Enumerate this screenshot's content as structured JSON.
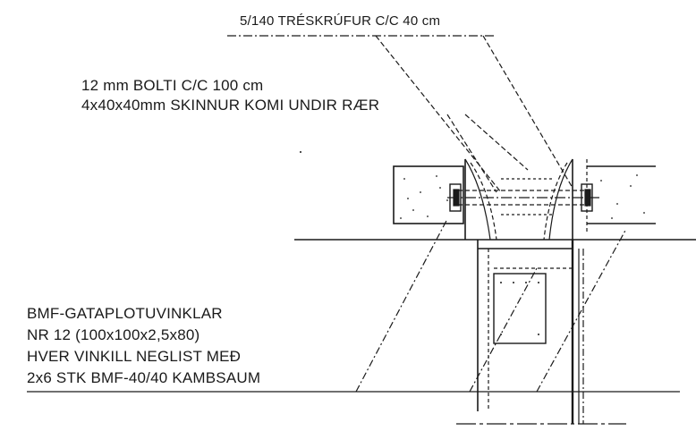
{
  "labels": {
    "screws": "5/140 TRÉSKRÚFUR C/C 40 cm",
    "bolt_line1": "12 mm BOLTI C/C 100 cm",
    "bolt_line2": "4x40x40mm SKINNUR KOMI UNDIR RÆR",
    "bracket_line1": "BMF-GATAPLOTUVINKLAR",
    "bracket_line2": "NR 12 (100x100x2,5x80)",
    "bracket_line3": "HVER VINKILL NEGLIST MEÐ",
    "bracket_line4": "2x6 STK BMF-40/40 KAMBSAUM"
  },
  "colors": {
    "ink": "#1a1a1a",
    "background": "#ffffff"
  }
}
